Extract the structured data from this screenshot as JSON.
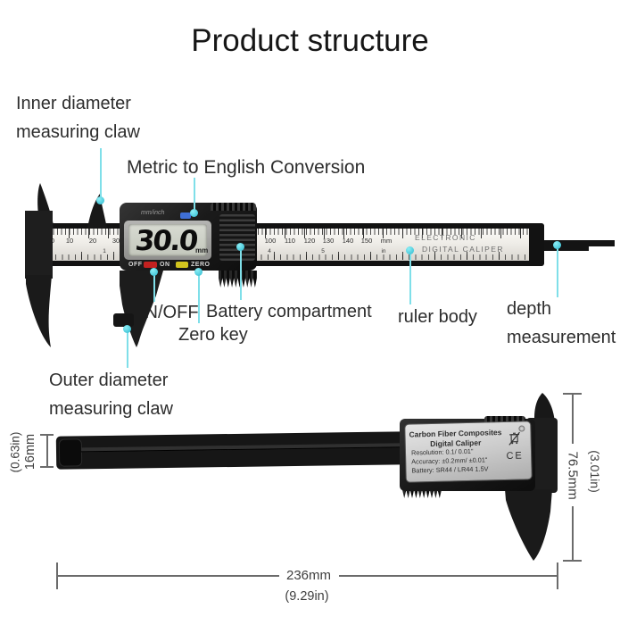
{
  "title": "Product structure",
  "labels": {
    "inner_diameter": {
      "line1": "Inner diameter",
      "line2": "measuring claw"
    },
    "metric_conversion": "Metric to English Conversion",
    "on_off": "ON/OFF",
    "battery": "Battery compartment",
    "zero_key": "Zero key",
    "ruler_body": "ruler body",
    "depth": {
      "line1": "depth",
      "line2": "measurement"
    },
    "outer_diameter": {
      "line1": "Outer diameter",
      "line2": "measuring claw"
    }
  },
  "display": {
    "mode_label": "mm/inch",
    "reading": "30.0",
    "unit": "mm",
    "off": "OFF",
    "on": "ON",
    "zero": "ZERO"
  },
  "scale": {
    "mm_left": [
      "0",
      "10",
      "20",
      "30"
    ],
    "inch_left": "1",
    "mm_right": [
      "100",
      "110",
      "120",
      "130",
      "140",
      "150"
    ],
    "mm_unit": "mm",
    "inch_right": [
      "4",
      "5"
    ],
    "inch_unit": "in",
    "brand_line1": "ELECTRONIC",
    "brand_line2": "DIGITAL CALIPER"
  },
  "plate": {
    "line1": "Carbon Fiber Composites",
    "line2": "Digital Caliper",
    "spec1": "Resolution: 0.1/ 0.01\"",
    "spec2": "Accuracy: ±0.2mm/ ±0.01\"",
    "spec3": "Battery: SR44 / LR44 1.5V",
    "ce_mark": "CE"
  },
  "dimensions": {
    "height_small_in": "(0.63in)",
    "height_small_mm": "16mm",
    "height_large_mm": "76.5mm",
    "height_large_in": "(3.01in)",
    "length_mm": "236mm",
    "length_in": "(9.29in)"
  },
  "colors": {
    "leader": "#7fdfe9",
    "dot": "#2cb9cf",
    "btn_blue": "#3f6fd6",
    "btn_red": "#c32120",
    "btn_yellow": "#d2c41e"
  }
}
